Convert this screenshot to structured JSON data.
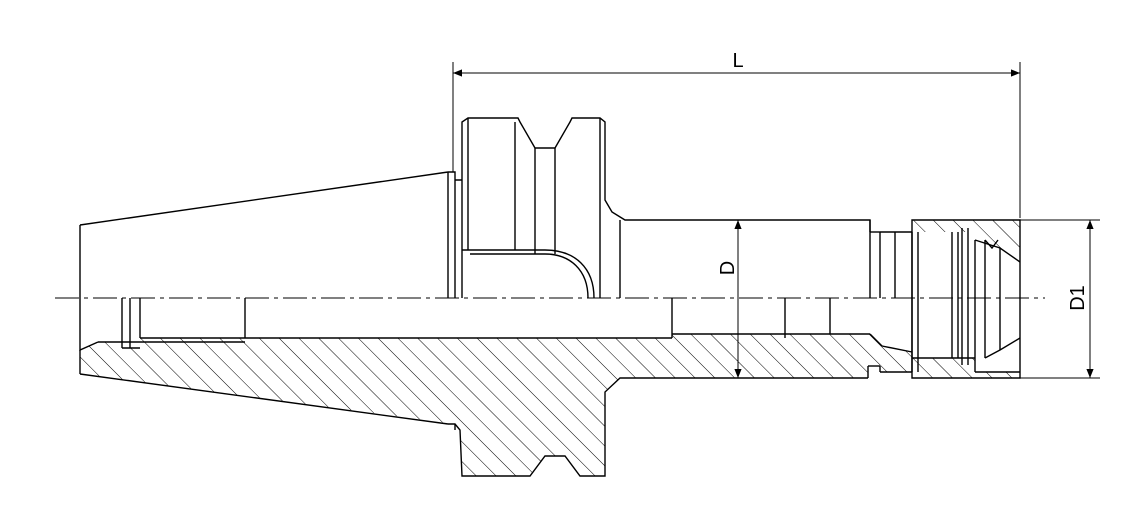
{
  "dimensions": {
    "length_label": "L",
    "inner_diameter_label": "D",
    "outer_diameter_label": "D1"
  },
  "colors": {
    "line": "#000000",
    "background": "#ffffff"
  }
}
